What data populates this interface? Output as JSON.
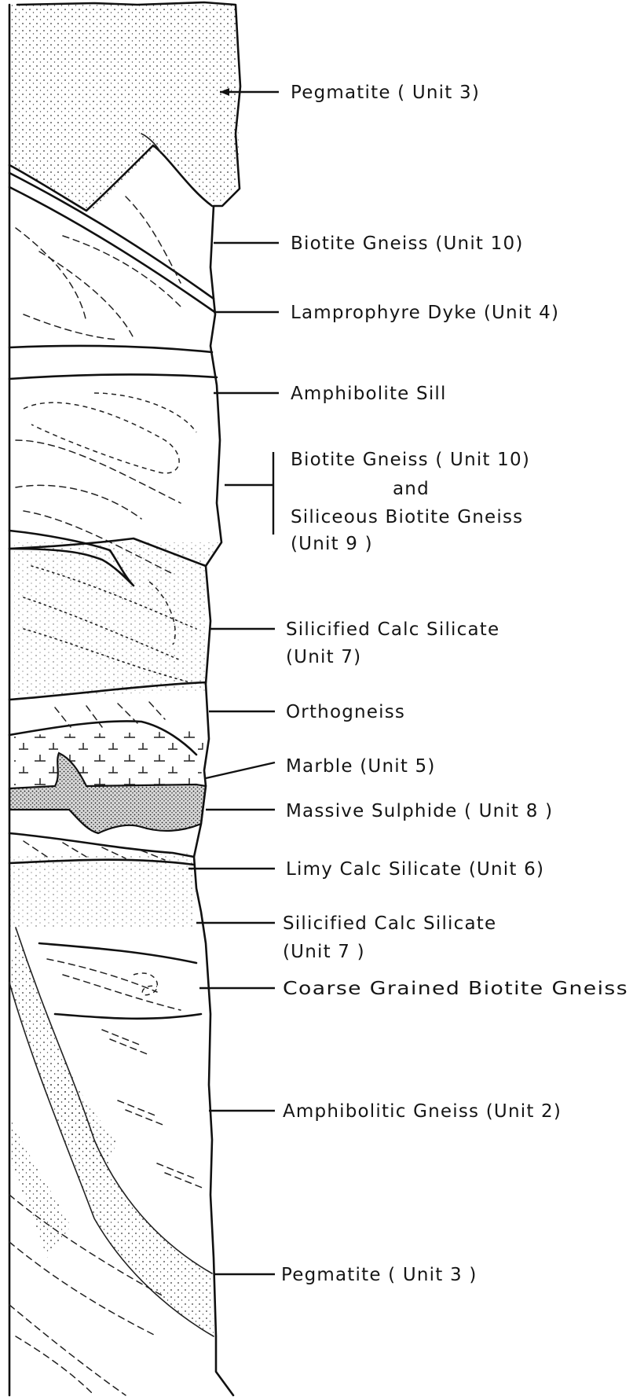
{
  "diagram": {
    "labels": [
      {
        "id": "pegmatite-top",
        "lines": [
          "Pegmatite ( Unit 3)"
        ]
      },
      {
        "id": "biotite-gneiss-upper",
        "lines": [
          "Biotite Gneiss (Unit 10)"
        ]
      },
      {
        "id": "lamprophyre-dyke",
        "lines": [
          "Lamprophyre Dyke (Unit 4)"
        ]
      },
      {
        "id": "amphibolite-sill",
        "lines": [
          "Amphibolite Sill"
        ]
      },
      {
        "id": "biotite-siliceous-gneiss",
        "lines": [
          "Biotite Gneiss ( Unit 10)",
          "and",
          "Siliceous Biotite Gneiss",
          "(Unit 9 )"
        ]
      },
      {
        "id": "silicified-calc-silicate-upper",
        "lines": [
          "Silicified Calc Silicate",
          "(Unit 7)"
        ]
      },
      {
        "id": "orthogneiss",
        "lines": [
          "Orthogneiss"
        ]
      },
      {
        "id": "marble",
        "lines": [
          "Marble (Unit 5)"
        ]
      },
      {
        "id": "massive-sulphide",
        "lines": [
          "Massive Sulphide ( Unit 8 )"
        ]
      },
      {
        "id": "limy-calc-silicate",
        "lines": [
          "Limy Calc Silicate (Unit 6)"
        ]
      },
      {
        "id": "silicified-calc-silicate-lower",
        "lines": [
          "Silicified Calc Silicate",
          "(Unit 7 )"
        ]
      },
      {
        "id": "coarse-grained-biotite-gneiss",
        "lines": [
          "Coarse Grained Biotite Gneiss"
        ]
      },
      {
        "id": "amphibolitic-gneiss",
        "lines": [
          "Amphibolitic Gneiss (Unit 2)"
        ]
      },
      {
        "id": "pegmatite-bottom",
        "lines": [
          "Pegmatite ( Unit 3 )"
        ]
      }
    ]
  }
}
